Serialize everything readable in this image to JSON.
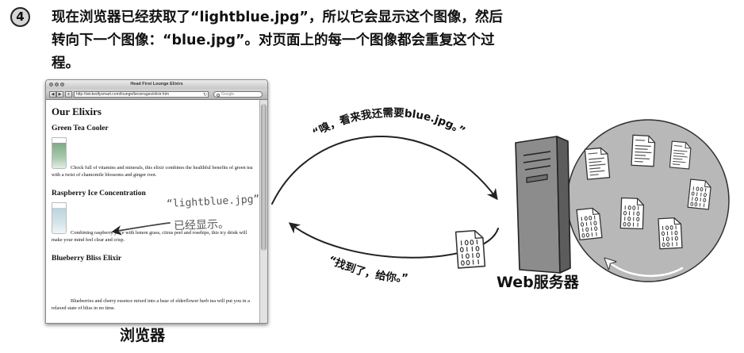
{
  "step": {
    "number": "4",
    "lines": [
      "现在浏览器已经获取了“lightblue.jpg”，所以它会显示这个图像，然后",
      "转向下一个图像：“blue.jpg”。对页面上的每一个图像都会重复这个过",
      "程。"
    ]
  },
  "browser": {
    "window_title": "Head First Lounge Elixirs",
    "url": "http://wickedlysmart.com/lounge/beverages/elixir.htm",
    "search_placeholder": "Google",
    "page": {
      "heading": "Our Elixirs",
      "items": [
        {
          "title": "Green Tea Cooler",
          "description": "Chock full of vitamins and minerals, this elixir combines the healthful benefits of green tea with a twist of chamomile blossoms and ginger root."
        },
        {
          "title": "Raspberry Ice Concentration",
          "description": "Combining raspberry juice with lemon grass, citrus peel and rosehips, this icy drink will make your mind feel clear and crisp."
        },
        {
          "title": "Blueberry Bliss Elixir",
          "description": "Blueberries and cherry essence mixed into a base of elderflower herb tea will put you in a relaxed state of bliss in no time."
        }
      ]
    }
  },
  "annotation": {
    "filename": "“lightblue.jpg”",
    "note": "已经显示。"
  },
  "request": {
    "speech": "“嗅，看来我还需要blue.jpg。”"
  },
  "response": {
    "speech": "“找到了，给你。”"
  },
  "labels": {
    "browser": "浏览器",
    "server": "Web服务器"
  },
  "icons": {
    "back": "back-arrow-icon",
    "forward": "forward-arrow-icon",
    "add": "plus-icon",
    "reload": "reload-icon",
    "search": "magnifier-icon",
    "text_file": "text-file-icon",
    "binary_file": "binary-file-icon",
    "server": "server-tower-icon"
  },
  "colors": {
    "server_circle": "#b8b8b8",
    "server_tower_front": "#8c8c8c",
    "server_tower_side": "#5c5c5c",
    "arrow": "#222222"
  }
}
